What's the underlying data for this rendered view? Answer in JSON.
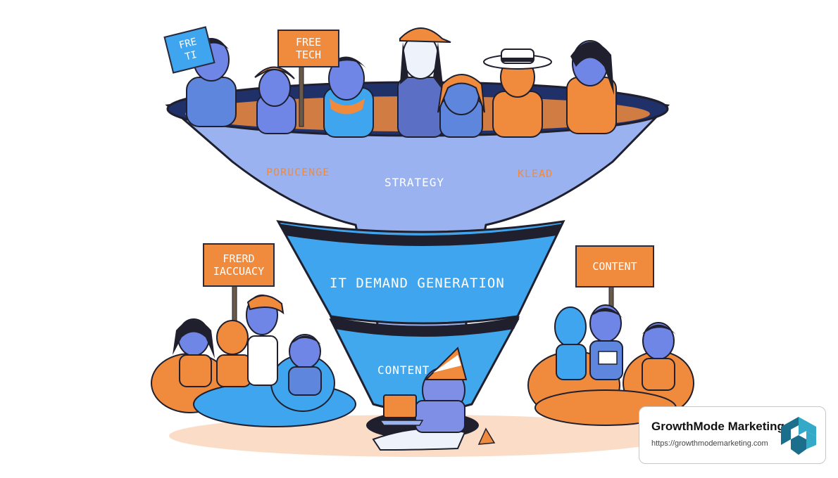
{
  "illustration": {
    "subject": "cartoon-funnel-with-people",
    "colors": {
      "funnel_top": "#9ab3f0",
      "funnel_mid": "#3fa5ee",
      "funnel_low": "#41a8ee",
      "outline": "#1f1f2e",
      "orange_accent": "#f08a3c",
      "skin_blue": "#6f86e6"
    },
    "funnel_labels": {
      "top_left": "PORUCENGE",
      "top_center": "STRATEGY",
      "top_right": "KLEAD",
      "middle": "IT DEMAND GENERATION",
      "bottom": "CONTENT"
    },
    "signs": {
      "top_left_tilted": "FRE\nTI",
      "top_center": "FREE\nTECH",
      "left_group": "FRERD\nIACCUACY",
      "right_group": "CONTENT"
    }
  },
  "brand": {
    "name": "GrowthMode Marketing",
    "url": "https://growthmodemarketing.com",
    "logo_icon": "growthmode-logo-icon",
    "logo_colors": [
      "#1b6f8c",
      "#34a9c8"
    ]
  }
}
